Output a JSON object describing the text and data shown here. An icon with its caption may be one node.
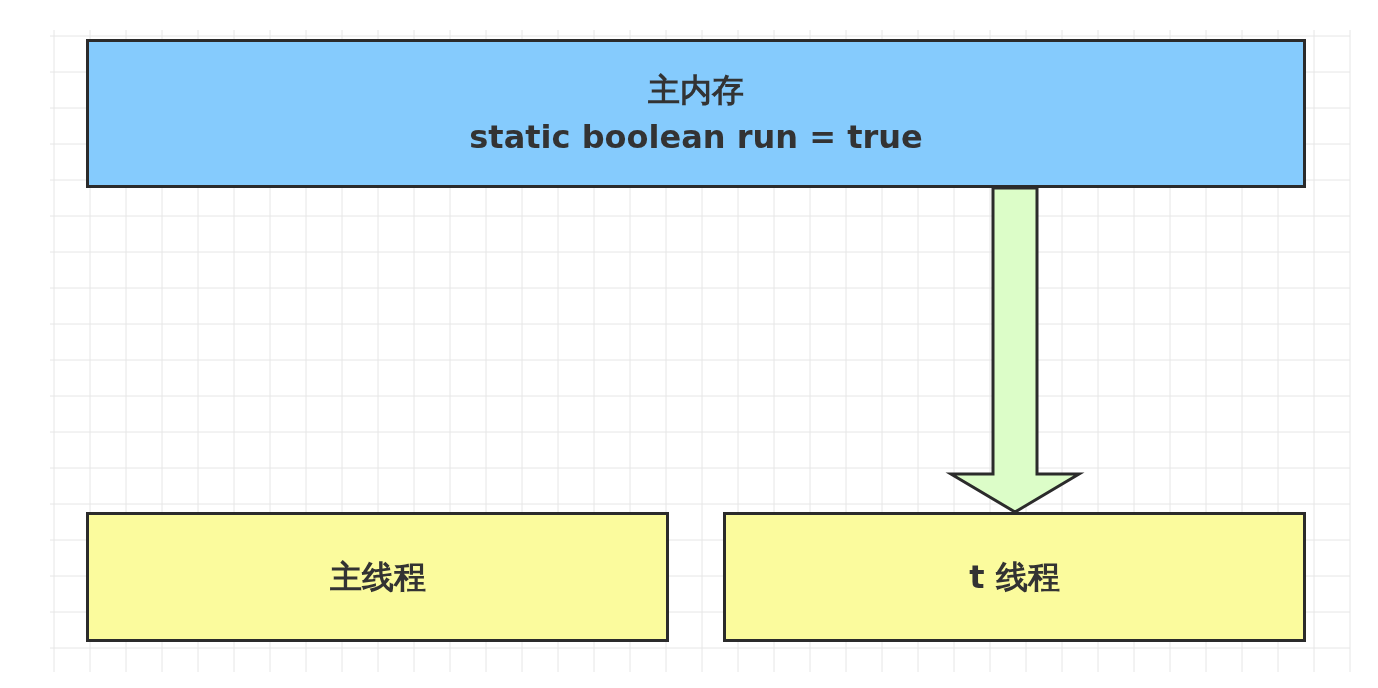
{
  "diagram": {
    "nodes": [
      {
        "text": [
          "主内存",
          "static boolean run = true"
        ]
      },
      {
        "text": [
          "主线程"
        ]
      },
      {
        "text": [
          "t 线程"
        ]
      }
    ],
    "edges": [
      {
        "from": 0,
        "to": 2,
        "arrow": "to",
        "style": "thick"
      }
    ]
  }
}
